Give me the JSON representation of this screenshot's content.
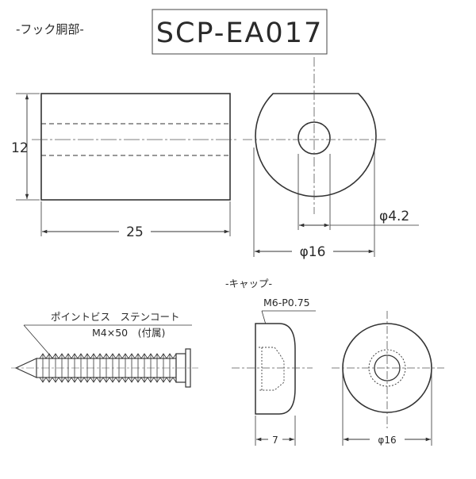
{
  "model_code": "SCP-EA017",
  "sections": {
    "hook_body": "-フック胴部-",
    "cap": "-キャップ-"
  },
  "screw": {
    "line1": "ポイントビス　ステンコート",
    "line2": "M4×50　(付属)"
  },
  "cap_thread": "M6-P0.75",
  "dimensions": {
    "body_height": "12",
    "body_length": "25",
    "hole_dia": "φ4.2",
    "body_dia": "φ16",
    "cap_width": "7",
    "cap_dia": "φ16"
  },
  "colors": {
    "line": "#3a3a3a",
    "fill": "#ffffff"
  }
}
